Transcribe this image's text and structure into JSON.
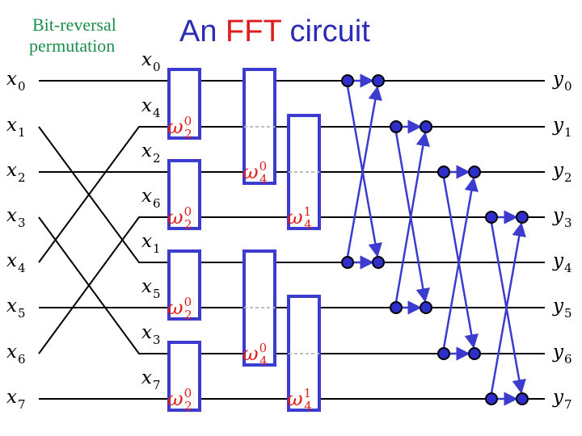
{
  "header": {
    "caption_line1": "Bit-reversal",
    "caption_line2": "permutation",
    "title_prefix": "An ",
    "title_highlight": "FFT",
    "title_suffix": " circuit"
  },
  "colors": {
    "caption": "#1a8f4a",
    "title": "#2b2bb5",
    "title_highlight": "#e01b1b",
    "box": "#3b3bd0",
    "twiddle": "#e01b1b",
    "node": "#2e2ec8",
    "wire": "#000000"
  },
  "inputs": [
    "x",
    "x",
    "x",
    "x",
    "x",
    "x",
    "x",
    "x"
  ],
  "input_subscripts": [
    "0",
    "1",
    "2",
    "3",
    "4",
    "5",
    "6",
    "7"
  ],
  "permuted": [
    "x",
    "x",
    "x",
    "x",
    "x",
    "x",
    "x",
    "x"
  ],
  "permuted_subscripts": [
    "0",
    "4",
    "2",
    "6",
    "1",
    "5",
    "3",
    "7"
  ],
  "outputs": [
    "y",
    "y",
    "y",
    "y",
    "y",
    "y",
    "y",
    "y"
  ],
  "output_subscripts": [
    "0",
    "1",
    "2",
    "3",
    "4",
    "5",
    "6",
    "7"
  ],
  "stage1_twiddles": [
    {
      "base": "ω",
      "sub": "2",
      "sup": "0"
    },
    {
      "base": "ω",
      "sub": "2",
      "sup": "0"
    },
    {
      "base": "ω",
      "sub": "2",
      "sup": "0"
    },
    {
      "base": "ω",
      "sub": "2",
      "sup": "0"
    }
  ],
  "stage2_twiddles": [
    {
      "base": "ω",
      "sub": "4",
      "sup": "0"
    },
    {
      "base": "ω",
      "sub": "4",
      "sup": "1"
    },
    {
      "base": "ω",
      "sub": "4",
      "sup": "0"
    },
    {
      "base": "ω",
      "sub": "4",
      "sup": "1"
    }
  ]
}
